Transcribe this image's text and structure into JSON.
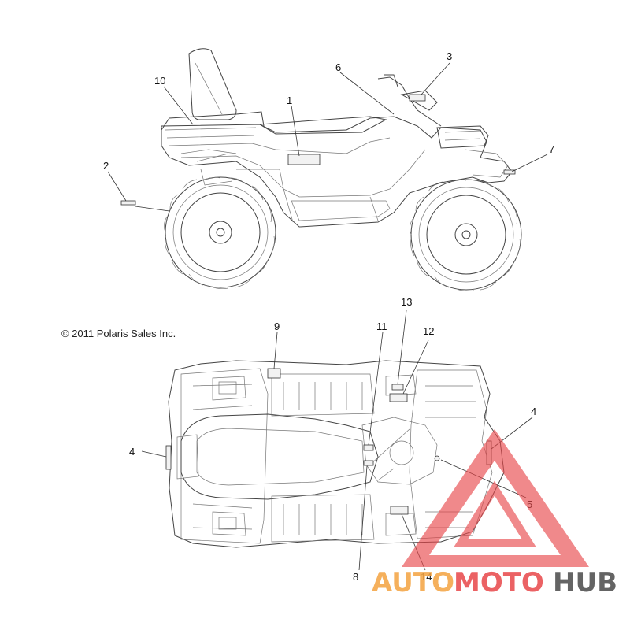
{
  "copyright": "© 2011 Polaris Sales Inc.",
  "callouts": {
    "c1": "1",
    "c2": "2",
    "c3": "3",
    "c4a": "4",
    "c4b": "4",
    "c5": "5",
    "c6": "6",
    "c7": "7",
    "c8": "8",
    "c9": "9",
    "c10": "10",
    "c11": "11",
    "c12": "12",
    "c13": "13",
    "c14": "14"
  },
  "watermark": {
    "part1": "AUTO",
    "part2": "MOTO",
    "part3": "HUB"
  },
  "colors": {
    "watermark_orange": "#f4a340",
    "watermark_red": "#e8474a",
    "watermark_gray": "#4a4a4a",
    "line": "#444444"
  }
}
